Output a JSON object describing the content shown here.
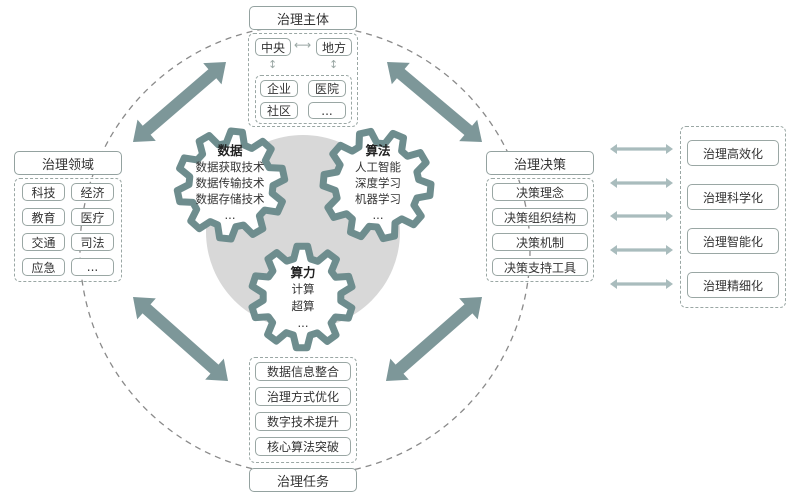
{
  "colors": {
    "gear": "#6e8d8e",
    "arrow": "#7d9799",
    "disc": "#d7d7d7",
    "border": "#9aa7a4"
  },
  "subject": {
    "title": "治理主体",
    "central": "中央",
    "local": "地方",
    "participants": [
      "企业",
      "医院",
      "社区",
      "..."
    ]
  },
  "field": {
    "title": "治理领域",
    "items": [
      "科技",
      "经济",
      "教育",
      "医疗",
      "交通",
      "司法",
      "应急",
      "..."
    ]
  },
  "decision": {
    "title": "治理决策",
    "items": [
      "决策理念",
      "决策组织结构",
      "决策机制",
      "决策支持工具"
    ]
  },
  "task": {
    "title": "治理任务",
    "items": [
      "数据信息整合",
      "治理方式优化",
      "数字技术提升",
      "核心算法突破"
    ]
  },
  "goals": [
    "治理高效化",
    "治理科学化",
    "治理智能化",
    "治理精细化"
  ],
  "gears": {
    "data": {
      "title": "数据",
      "items": [
        "数据获取技术",
        "数据传输技术",
        "数据存储技术",
        "..."
      ]
    },
    "algorithm": {
      "title": "算法",
      "items": [
        "人工智能",
        "深度学习",
        "机器学习",
        "..."
      ]
    },
    "compute": {
      "title": "算力",
      "items": [
        "计算",
        "超算",
        "..."
      ]
    }
  }
}
